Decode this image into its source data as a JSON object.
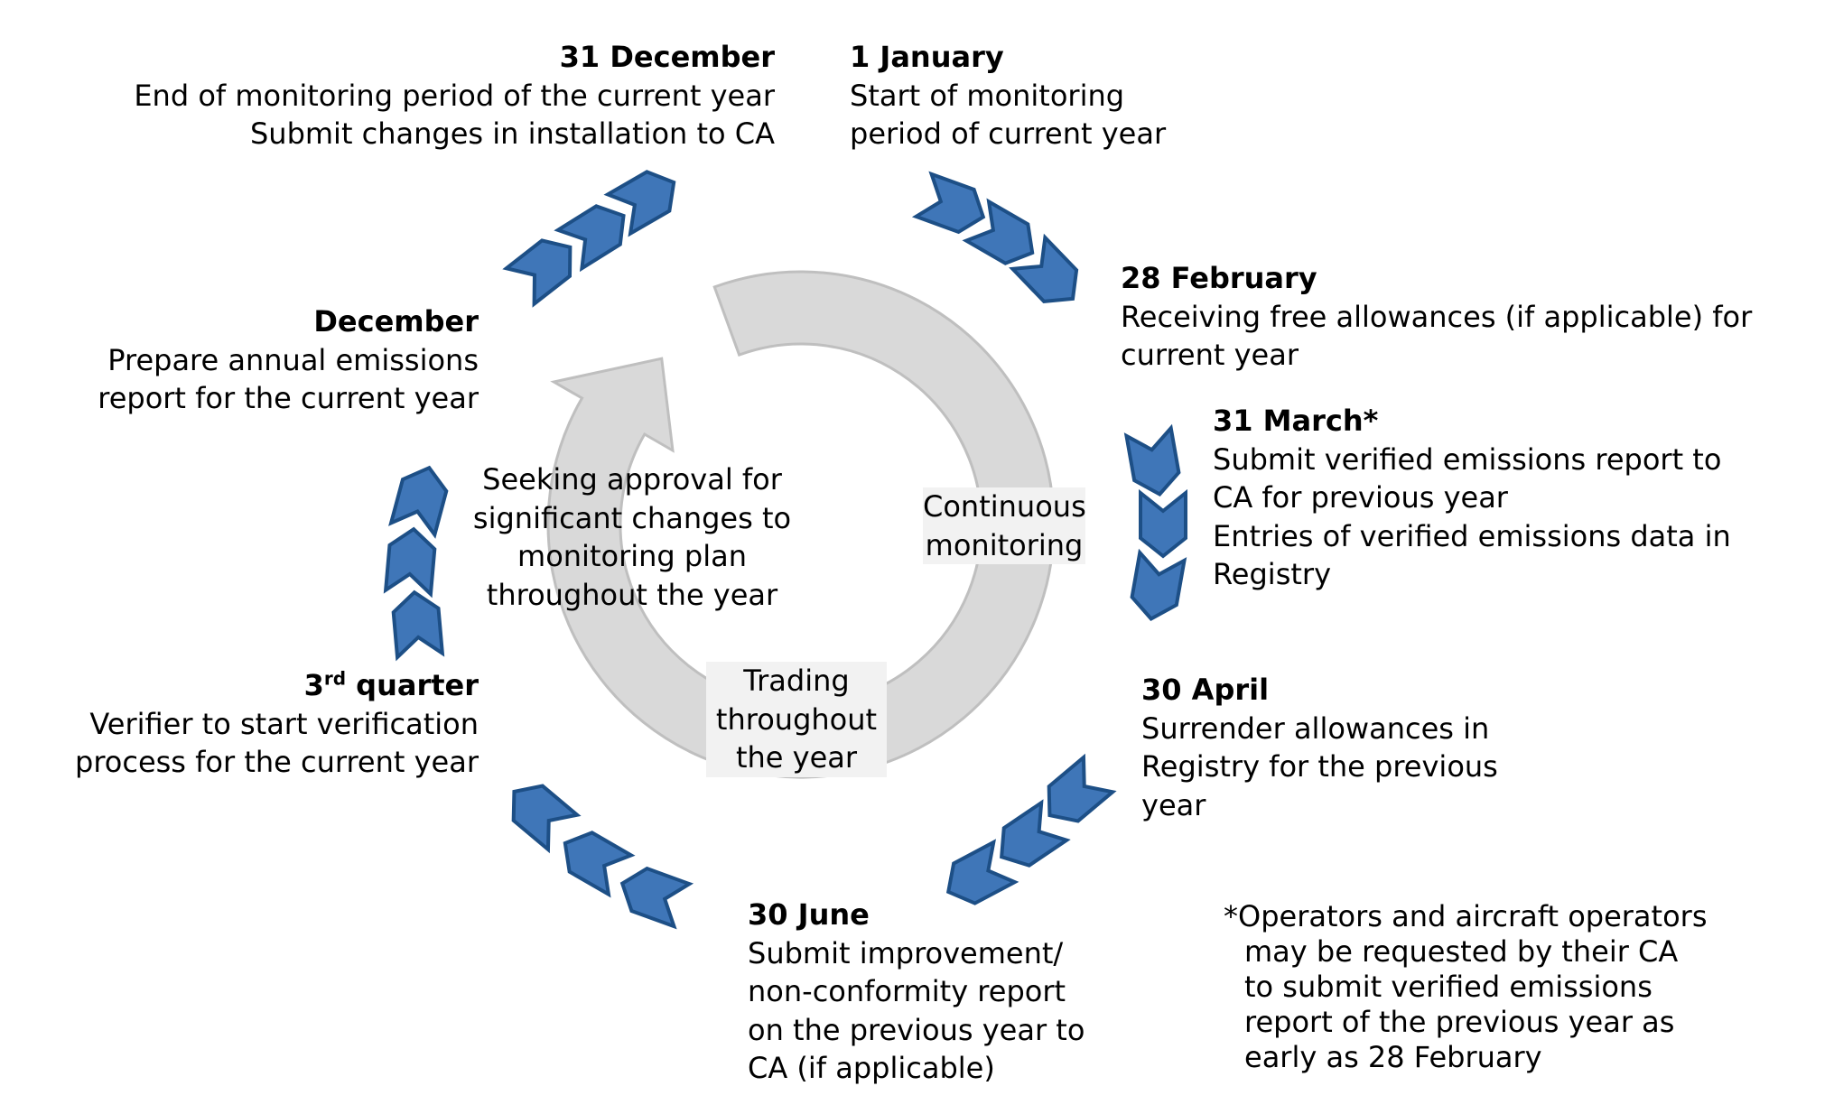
{
  "milestones": {
    "dec31": {
      "heading": "31 December",
      "line1": "End of monitoring period of the current year",
      "line2": "Submit changes in installation to CA"
    },
    "jan1": {
      "heading": "1 January",
      "line1": "Start of monitoring",
      "line2": "period of current year"
    },
    "feb28": {
      "heading": "28 February",
      "line1": "Receiving free allowances (if applicable) for",
      "line2": "current year"
    },
    "mar31": {
      "heading": "31 March*",
      "line1": "Submit verified emissions report to",
      "line2": "CA for previous year",
      "line3": "Entries of verified emissions data in",
      "line4": "Registry"
    },
    "apr30": {
      "heading": "30 April",
      "line1": "Surrender allowances in",
      "line2": "Registry for the previous",
      "line3": "year"
    },
    "jun30": {
      "heading": "30 June",
      "line1": "Submit improvement/",
      "line2": "non-conformity report",
      "line3": "on the previous year to",
      "line4": "CA (if applicable)"
    },
    "q3": {
      "heading_num": "3",
      "heading_sup": "rd",
      "heading_rest": " quarter",
      "line1": "Verifier to start verification",
      "line2": "process for the current year"
    },
    "december": {
      "heading": "December",
      "line1": "Prepare annual emissions",
      "line2": "report for the current year"
    }
  },
  "inner_cycle": {
    "seeking": {
      "line1": "Seeking approval for",
      "line2": "significant changes to",
      "line3": "monitoring plan",
      "line4": "throughout the year"
    },
    "continuous": {
      "line1": "Continuous",
      "line2": "monitoring"
    },
    "trading": {
      "line1": "Trading",
      "line2": "throughout",
      "line3": "the year"
    }
  },
  "footnote": {
    "line1": "*Operators and aircraft operators",
    "line2": "may be requested  by their CA",
    "line3": "to submit verified emissions",
    "line4": "report of the previous year as",
    "line5": "early as 28 February"
  },
  "colors": {
    "chevron_fill": "#3f76b8",
    "chevron_stroke": "#1d4f86",
    "ring": "#d9d9d9",
    "ring_edge": "#bfbfbf"
  }
}
